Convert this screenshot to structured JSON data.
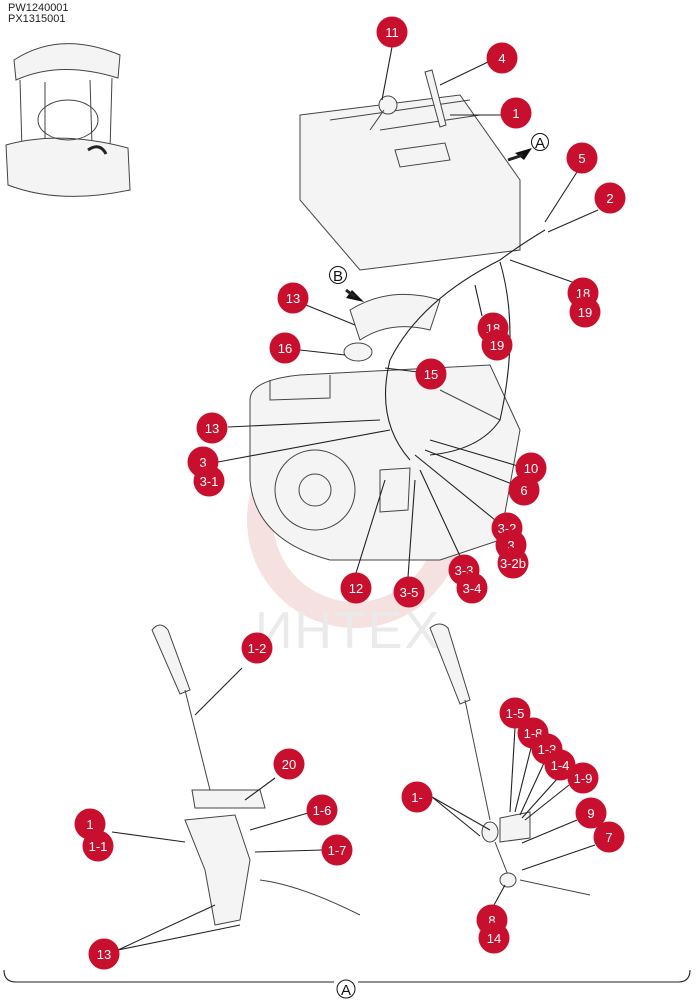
{
  "codes": [
    "PW1240001",
    "PX1315001"
  ],
  "watermark": "ИНТЕХ",
  "view_labels": {
    "a": "A",
    "b": "B",
    "footer": "A"
  },
  "callouts": [
    "11",
    "4",
    "1",
    "5",
    "2",
    "18",
    "19",
    "13",
    "18",
    "19",
    "16",
    "15",
    "13",
    "3",
    "3-1",
    "10",
    "6",
    "3-2",
    "3",
    "3-2b",
    "3-3",
    "3-4",
    "12",
    "3-5",
    "1-2",
    "20",
    "1-6",
    "1",
    "1-1",
    "1-7",
    "13",
    "1-5",
    "1-8",
    "1-3",
    "1-4",
    "1-9",
    "1-",
    "9",
    "7",
    "8",
    "14"
  ],
  "colors": {
    "callout": "#c8102e",
    "line": "#222222"
  }
}
